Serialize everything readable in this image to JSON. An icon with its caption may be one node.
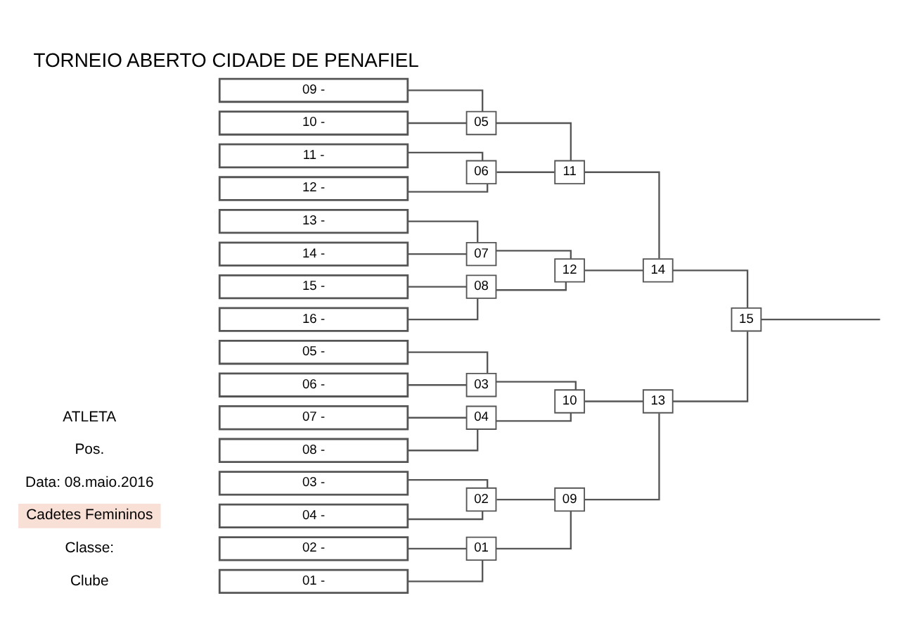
{
  "diagram": {
    "title": "TORNEIO ABERTO CIDADE DE PENAFIEL",
    "nodes": [
      {
        "text": [
          "01 -"
        ]
      },
      {
        "text": [
          "02 -"
        ]
      },
      {
        "text": [
          "03 -"
        ]
      },
      {
        "text": [
          "04 -"
        ]
      },
      {
        "text": [
          "05 -"
        ]
      },
      {
        "text": [
          "06 -"
        ]
      },
      {
        "text": [
          "07 -"
        ]
      },
      {
        "text": [
          "08 -"
        ]
      },
      {
        "text": [
          "09 -"
        ]
      },
      {
        "text": [
          "10 -"
        ]
      },
      {
        "text": [
          "11 -"
        ]
      },
      {
        "text": [
          "12 -"
        ]
      },
      {
        "text": [
          "13 -"
        ]
      },
      {
        "text": [
          "14 -"
        ]
      },
      {
        "text": [
          "15 -"
        ]
      },
      {
        "text": [
          "16 -"
        ]
      },
      {
        "text": [
          "01"
        ]
      },
      {
        "text": [
          "02"
        ]
      },
      {
        "text": [
          "03"
        ]
      },
      {
        "text": [
          "04"
        ]
      },
      {
        "text": [
          "05"
        ]
      },
      {
        "text": [
          "06"
        ]
      },
      {
        "text": [
          "07"
        ]
      },
      {
        "text": [
          "08"
        ]
      },
      {
        "text": [
          "09"
        ]
      },
      {
        "text": [
          "10"
        ]
      },
      {
        "text": [
          "11"
        ]
      },
      {
        "text": [
          "12"
        ]
      },
      {
        "text": [
          "13"
        ]
      },
      {
        "text": [
          "14"
        ]
      },
      {
        "text": [
          "15"
        ]
      }
    ],
    "edges": [
      {
        "from": 0,
        "to": 16,
        "arrow": "none"
      },
      {
        "from": 1,
        "to": 16,
        "arrow": "none"
      },
      {
        "from": 2,
        "to": 17,
        "arrow": "none"
      },
      {
        "from": 3,
        "to": 17,
        "arrow": "none"
      },
      {
        "from": 4,
        "to": 18,
        "arrow": "none"
      },
      {
        "from": 5,
        "to": 18,
        "arrow": "none"
      },
      {
        "from": 6,
        "to": 19,
        "arrow": "none"
      },
      {
        "from": 7,
        "to": 19,
        "arrow": "none"
      },
      {
        "from": 8,
        "to": 20,
        "arrow": "none"
      },
      {
        "from": 9,
        "to": 20,
        "arrow": "none"
      },
      {
        "from": 10,
        "to": 21,
        "arrow": "none"
      },
      {
        "from": 11,
        "to": 21,
        "arrow": "none"
      },
      {
        "from": 12,
        "to": 22,
        "arrow": "none"
      },
      {
        "from": 13,
        "to": 22,
        "arrow": "none"
      },
      {
        "from": 14,
        "to": 23,
        "arrow": "none"
      },
      {
        "from": 15,
        "to": 23,
        "arrow": "none"
      },
      {
        "from": 16,
        "to": 24,
        "arrow": "none"
      },
      {
        "from": 17,
        "to": 24,
        "arrow": "none"
      },
      {
        "from": 18,
        "to": 25,
        "arrow": "none"
      },
      {
        "from": 19,
        "to": 25,
        "arrow": "none"
      },
      {
        "from": 20,
        "to": 26,
        "arrow": "none"
      },
      {
        "from": 21,
        "to": 26,
        "arrow": "none"
      },
      {
        "from": 22,
        "to": 27,
        "arrow": "none"
      },
      {
        "from": 23,
        "to": 27,
        "arrow": "none"
      },
      {
        "from": 24,
        "to": 28,
        "arrow": "none"
      },
      {
        "from": 25,
        "to": 28,
        "arrow": "none"
      },
      {
        "from": 26,
        "to": 29,
        "arrow": "none"
      },
      {
        "from": 27,
        "to": 29,
        "arrow": "none"
      },
      {
        "from": 28,
        "to": 30,
        "arrow": "none"
      },
      {
        "from": 29,
        "to": 30,
        "arrow": "none"
      },
      {
        "from": 30,
        "to": null,
        "arrow": "none"
      }
    ],
    "labels": [
      "Classe:",
      "Cadetes Femininos",
      "Data: 08.maio.2016",
      "Pos.",
      "ATLETA",
      "Clube"
    ]
  }
}
